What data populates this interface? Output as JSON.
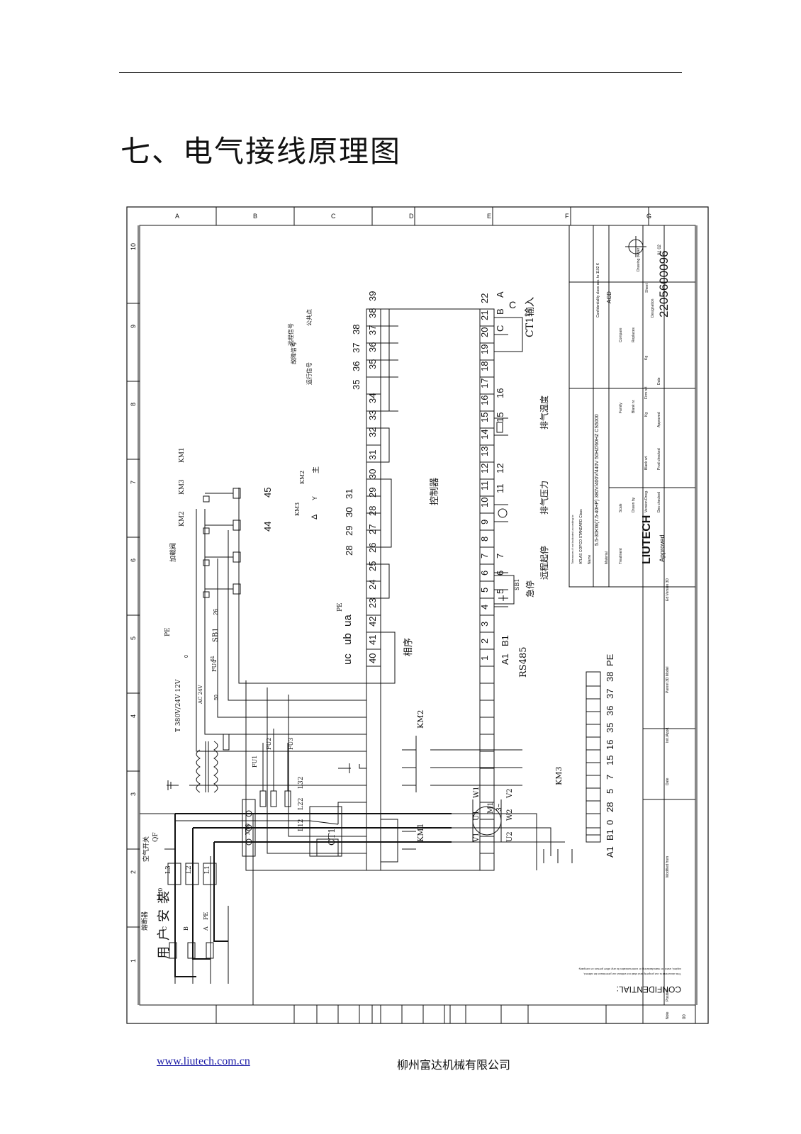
{
  "page": {
    "title": "七、电气接线原理图",
    "footer_url": "www.liutech.com.cn",
    "footer_company": "柳州富达机械有限公司"
  },
  "frame": {
    "col_letters": [
      "A",
      "B",
      "C",
      "D",
      "E",
      "F",
      "G"
    ],
    "row_numbers": [
      "10",
      "9",
      "8",
      "7",
      "6",
      "5",
      "4",
      "3",
      "2",
      "1"
    ]
  },
  "controller": {
    "label": "控制器",
    "top_terminals": [
      "39",
      "38",
      "37",
      "36",
      "35",
      "34",
      "33",
      "32",
      "31",
      "30",
      "29",
      "28",
      "27",
      "26",
      "25",
      "24",
      "23",
      "42",
      "41",
      "40"
    ],
    "bottom_terminals": [
      "22",
      "21",
      "20",
      "19",
      "18",
      "17",
      "16",
      "15",
      "14",
      "13",
      "12",
      "11",
      "10",
      "9",
      "8",
      "7",
      "6",
      "5",
      "4",
      "3",
      "2",
      "1"
    ]
  },
  "labels": {
    "ct1_input": "CT1输入",
    "ct_a": "A",
    "ct_b": "B",
    "ct_c": "C",
    "rs485": "RS485",
    "a1": "A1",
    "b1": "B1",
    "phase_seq": "相序",
    "uc": "uc",
    "ub": "ub",
    "ua": "ua",
    "term_35": "35",
    "term_36": "36",
    "term_37": "37",
    "term_38": "38",
    "run_signal": "运行信号",
    "fault_signal": "故障信号",
    "remote_signal": "远程信号",
    "common_point": "公共点",
    "exhaust_temp": "排气温度",
    "exhaust_pressure": "排气压力",
    "remote_start_stop": "远程起停",
    "emergency_stop": "急停",
    "term_16": "16",
    "term_15": "15",
    "term_12": "12",
    "term_11": "11",
    "term_7": "7",
    "term_6": "6",
    "term_5": "5",
    "sb1_top": "SB1",
    "sb1": "SB1",
    "term_26": "26",
    "km1": "KM1",
    "km2": "KM2",
    "km3": "KM3",
    "load_valve": "加载阀",
    "pe_left": "PE",
    "pe_mid": "PE",
    "wire_44": "44",
    "wire_45": "45",
    "wire_28": "28",
    "wire_29": "29",
    "wire_30": "30",
    "wire_31": "31",
    "delta": "Δ",
    "star": "Y",
    "main": "主",
    "km2_interlock": "KM2",
    "km3_interlock": "KM3",
    "transformer": "T  380V/24V 12V",
    "ac24v": "AC 24V",
    "fu4": "FU4",
    "fu1": "FU1",
    "fu2": "FU2",
    "fu3": "FU3",
    "wire_0": "0",
    "wire_50": "50",
    "wire_51": "51",
    "xt0": "XT0",
    "l12": "L12",
    "l22": "L22",
    "l32": "L32",
    "ct1": "CT1",
    "motor_m1": "M1",
    "motor_3ph": "3~",
    "u1": "U1",
    "w1": "W1",
    "v1": "V1",
    "u2": "U2",
    "w2": "W2",
    "v2": "V2",
    "air_switch": "空气开关",
    "qf": "QF",
    "l1": "L1",
    "l2": "L2",
    "l3": "L3",
    "fuse_disconnector": "熔断器",
    "fu0": "FU0",
    "phase_a": "A",
    "phase_b": "B",
    "phase_c": "C",
    "pe_user": "PE",
    "user_install": "用户安装",
    "bottom_strip": [
      "A1",
      "B1",
      "0",
      "28",
      "5",
      "7",
      "15",
      "16",
      "35",
      "36",
      "37",
      "38",
      "PE"
    ]
  },
  "title_block": {
    "tolerance": "Tolerances if not indicated according to:",
    "standard": "ATLAS COPCO STANDARD Class",
    "name_label": "Name",
    "name_value": "5.5-30KW(7.5-40HP)  380V/400V/440V  50HZ/60HZ  CS5000",
    "material_label": "Material",
    "treatment_label": "Treatment",
    "company": "LIUTECH",
    "status": "Approved",
    "confidentiality": "Confidentiality class acc. to 1102 K",
    "conf_value": "ACD",
    "drawing_owner": "Drawing owner",
    "designation_label": "Designation",
    "designation": "2205600096",
    "sheet_label": "Sheet",
    "sheet_values": "01   02",
    "scale_label": "Scale",
    "family_label": "Family",
    "compare_label": "Compare",
    "replaces_label": "Replaces",
    "drawn_by": "Drawn by",
    "blank_nr": "Blank nr.",
    "blank_wt": "Blank wt.",
    "version_drwg": "Version Drwg.",
    "firm_ref": "Firm ref.",
    "des_checked": "Des checked",
    "prod_checked": "Prod checked",
    "approved_label": "Approved",
    "date_label": "Date",
    "kg_1": "Kg",
    "kg_2": "Kg",
    "ed_version": "Ed Version 3D",
    "parent_model": "Parent 3D Model",
    "init_appd": "Init./Appd.",
    "modified_from": "Modified from",
    "date_col": "Date",
    "note_label": "Note",
    "position_label": "Position",
    "rev_value": "00",
    "confidential": "CONFIDENTIAL:",
    "conf_text_1": "This document is our property and shall not without our permission be altered,",
    "conf_text_2": "copied, used for manufacturing or communicated to any other person or company."
  }
}
